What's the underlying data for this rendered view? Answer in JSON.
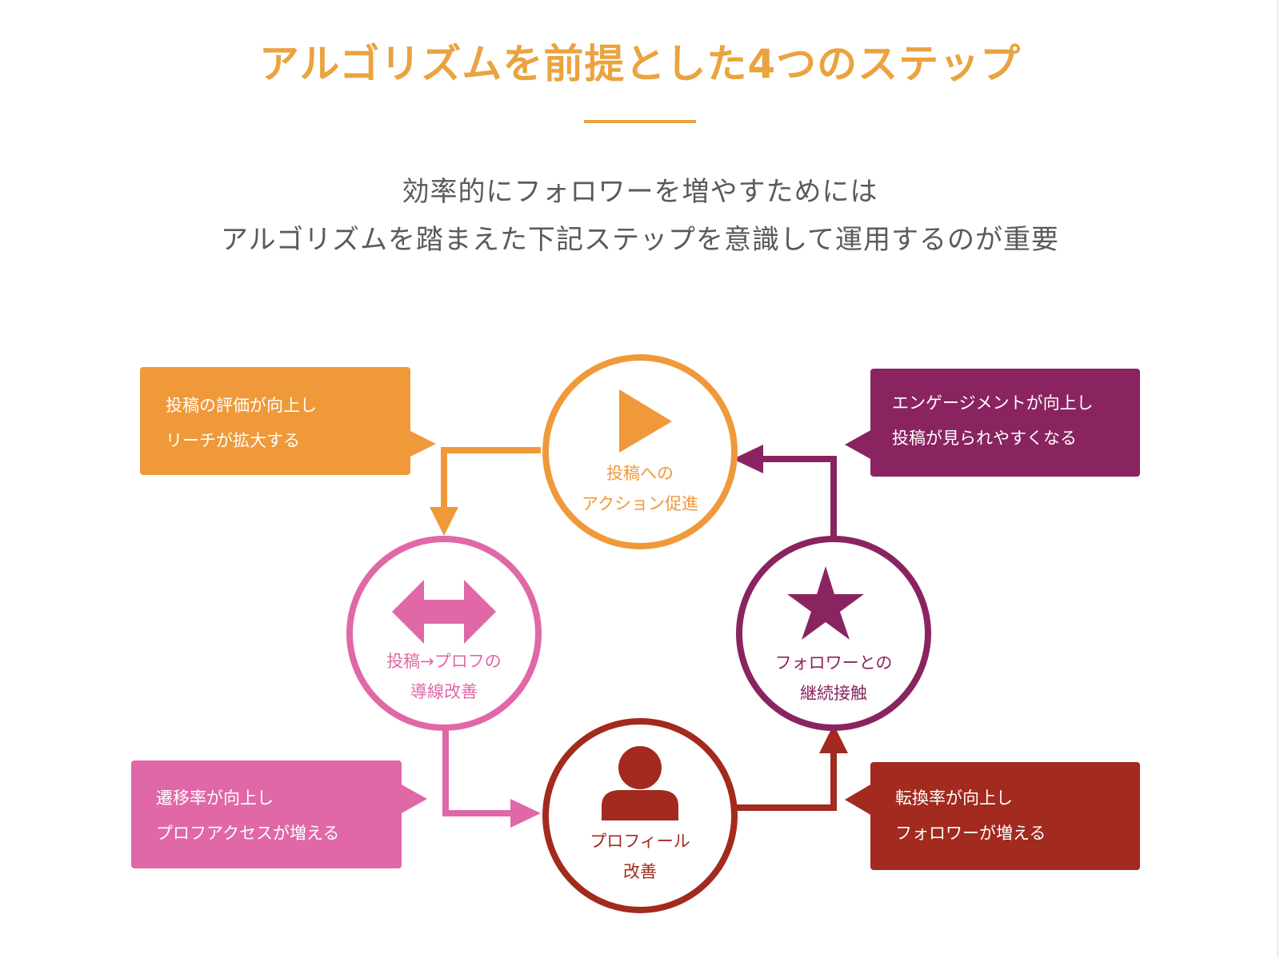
{
  "title": "アルゴリズムを前提とした4つのステップ",
  "subtitle": {
    "line1": "効率的にフォロワーを増やすためには",
    "line2": "アルゴリズムを踏まえた下記ステップを意識して運用するのが重要"
  },
  "colors": {
    "orange": "#f0993a",
    "pink": "#e068a7",
    "red": "#a22a1e",
    "purple": "#8a2460",
    "title": "#eba33f"
  },
  "steps": [
    {
      "id": "post-action",
      "icon": "play-icon",
      "line1": "投稿への",
      "line2": "アクション促進",
      "callout1": "投稿の評価が向上し",
      "callout2": "リーチが拡大する"
    },
    {
      "id": "navigation",
      "icon": "double-arrow-icon",
      "line1": "投稿→プロフの",
      "line2": "導線改善",
      "callout1": "遷移率が向上し",
      "callout2": "プロフアクセスが増える"
    },
    {
      "id": "profile",
      "icon": "person-icon",
      "line1": "プロフィール",
      "line2": "改善",
      "callout1": "転換率が向上し",
      "callout2": "フォロワーが増える"
    },
    {
      "id": "contact",
      "icon": "star-icon",
      "line1": "フォロワーとの",
      "line2": "継続接触",
      "callout1": "エンゲージメントが向上し",
      "callout2": "投稿が見られやすくなる"
    }
  ]
}
